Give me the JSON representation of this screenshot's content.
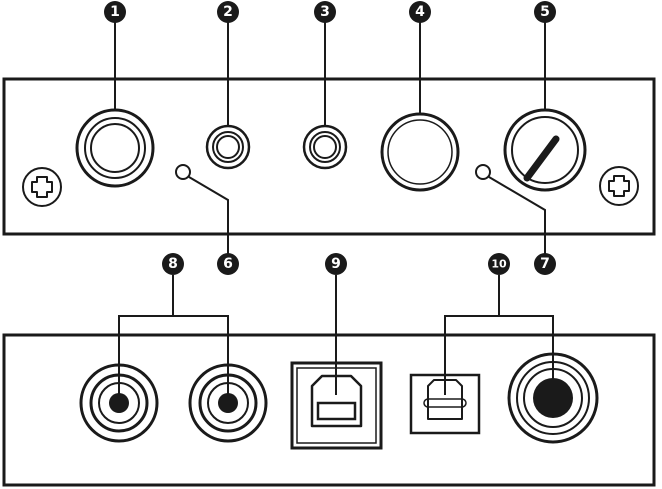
{
  "front_panel": {
    "callouts": [
      {
        "id": 1,
        "label": "1",
        "part": "headphone-jack-large"
      },
      {
        "id": 2,
        "label": "2",
        "part": "mini-jack"
      },
      {
        "id": 3,
        "label": "3",
        "part": "mini-jack"
      },
      {
        "id": 4,
        "label": "4",
        "part": "round-button"
      },
      {
        "id": 5,
        "label": "5",
        "part": "volume-knob"
      },
      {
        "id": 6,
        "label": "6",
        "part": "indicator-led"
      },
      {
        "id": 7,
        "label": "7",
        "part": "indicator-led"
      }
    ]
  },
  "rear_panel": {
    "callouts": [
      {
        "id": 8,
        "label": "8",
        "part": "rca-jacks"
      },
      {
        "id": 9,
        "label": "9",
        "part": "usb-b-port"
      },
      {
        "id": 10,
        "label": "10",
        "part": "optical-and-coaxial-ports"
      }
    ]
  },
  "colors": {
    "line": "#1a1a1a",
    "background": "#ffffff",
    "callout_fill": "#1a1a1a",
    "callout_text": "#ffffff"
  }
}
